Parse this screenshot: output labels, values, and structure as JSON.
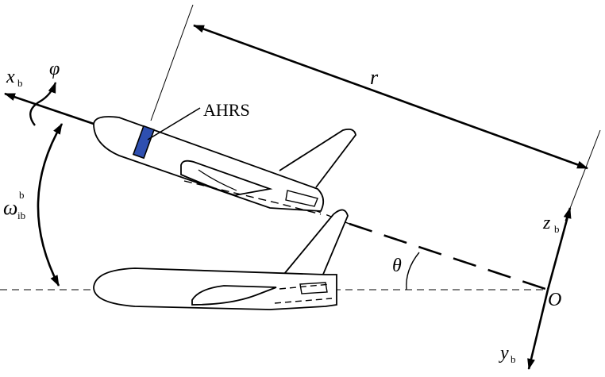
{
  "labels": {
    "ahrs": "AHRS",
    "distance": "r",
    "pitch_angle": "θ",
    "origin": "O",
    "roll_angle": "φ",
    "x_axis": "x",
    "x_axis_sub": "b",
    "y_axis": "y",
    "y_axis_sub": "b",
    "z_axis": "z",
    "z_axis_sub": "b",
    "omega": "ω",
    "omega_sup": "b",
    "omega_sub": "ib"
  },
  "colors": {
    "ink": "#000000",
    "ahrs_box": "#2e4fb0",
    "background": "#ffffff"
  }
}
